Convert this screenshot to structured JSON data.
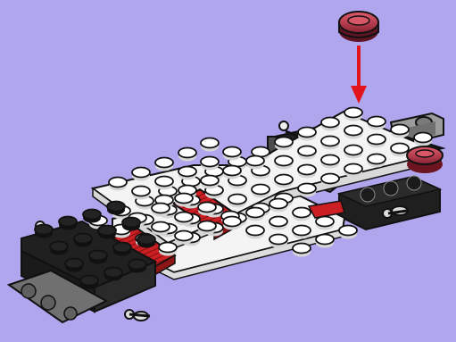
{
  "scene": {
    "background_color": "#b0a6ee",
    "colors": {
      "white_plate": "#f4f4f4",
      "black_brick": "#1f1f1f",
      "gray_plate": "#6f706f",
      "light_gray_plate": "#9b9b9b",
      "red_tile": "#cc1f23",
      "dark_red_round_plate": "#8a2333",
      "arrow_red": "#e2131b",
      "outline": "#111111"
    },
    "elements": [
      "instruction-scene",
      "down-arrow-icon",
      "red-round-plate-piece",
      "white-base-plate-top",
      "white-base-plate-lower",
      "black-brick-left-front",
      "black-brick-right-rear",
      "gray-tow-plate",
      "red-grille-tile-center",
      "red-grille-tile-left"
    ]
  }
}
